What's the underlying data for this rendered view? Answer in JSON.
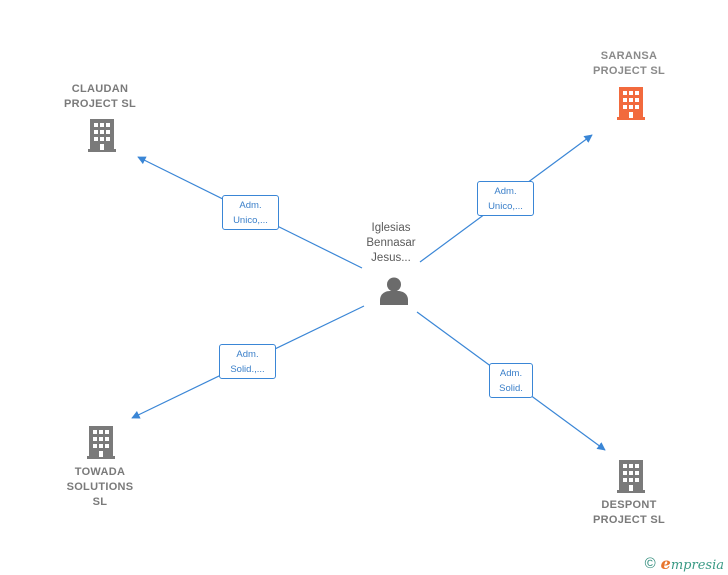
{
  "center_person": {
    "name_lines": [
      "Iglesias",
      "Bennasar",
      "Jesus..."
    ],
    "icon": "person-icon"
  },
  "companies": [
    {
      "id": "claudan",
      "lines": [
        "CLAUDAN",
        "PROJECT  SL"
      ],
      "icon": "building-icon",
      "color": "#7a7a7a"
    },
    {
      "id": "saransa",
      "lines": [
        "SARANSA",
        "PROJECT  SL"
      ],
      "icon": "building-icon",
      "color": "#f26a3d"
    },
    {
      "id": "towada",
      "lines": [
        "TOWADA",
        "SOLUTIONS",
        "SL"
      ],
      "icon": "building-icon",
      "color": "#7a7a7a"
    },
    {
      "id": "despont",
      "lines": [
        "DESPONT",
        "PROJECT  SL"
      ],
      "icon": "building-icon",
      "color": "#7a7a7a"
    }
  ],
  "relations": [
    {
      "to": "claudan",
      "lines": [
        "Adm.",
        "Unico,..."
      ]
    },
    {
      "to": "saransa",
      "lines": [
        "Adm.",
        "Unico,..."
      ]
    },
    {
      "to": "towada",
      "lines": [
        "Adm.",
        "Solid.,..."
      ]
    },
    {
      "to": "despont",
      "lines": [
        "Adm.",
        "Solid."
      ]
    }
  ],
  "colors": {
    "edge": "#3a86d6",
    "building": "#7a7a7a",
    "highlight": "#f26a3d",
    "person": "#6b6b6b"
  },
  "footer": {
    "copyright": "©",
    "brand_initial": "e",
    "brand_rest": "mpresia"
  }
}
